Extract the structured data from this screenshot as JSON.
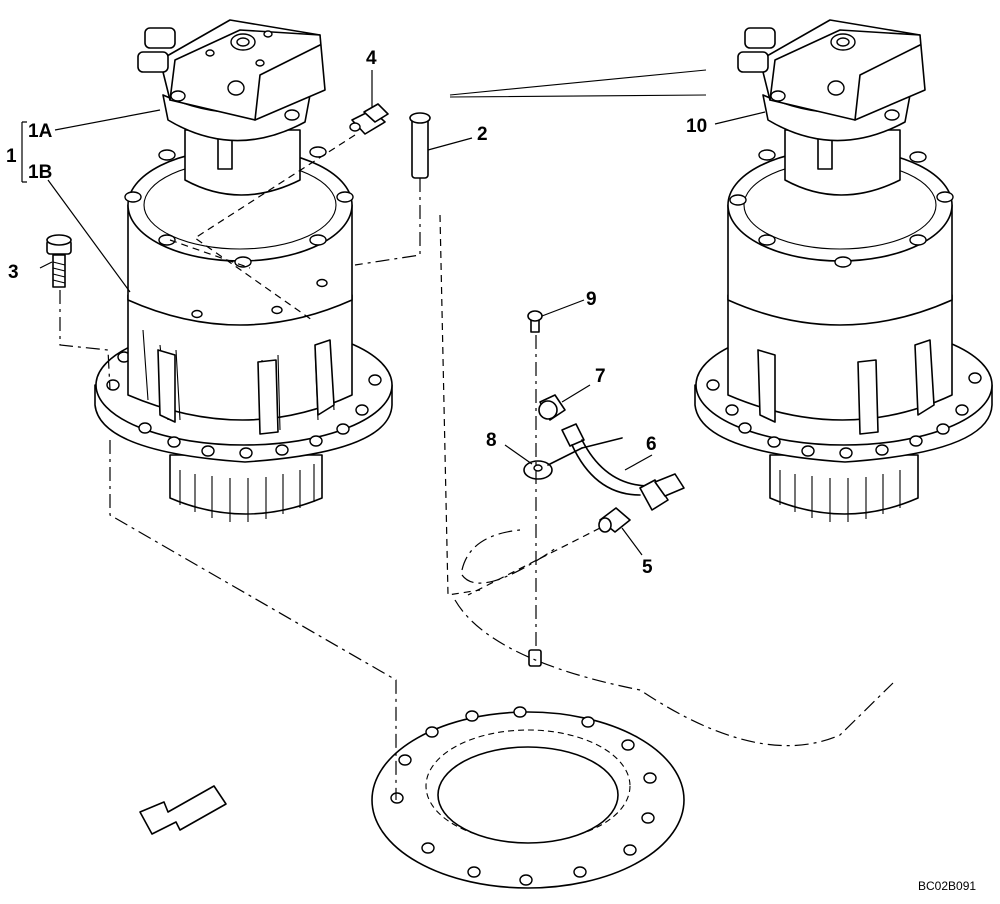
{
  "callouts": {
    "c1": "1",
    "c1a": "1A",
    "c1b": "1B",
    "c2": "2",
    "c3": "3",
    "c4": "4",
    "c5": "5",
    "c6": "6",
    "c7": "7",
    "c8": "8",
    "c9": "9",
    "c10": "10"
  },
  "drawing_code": "BC02B091",
  "icons": {
    "direction_arrow": "front-direction-arrow-icon"
  }
}
